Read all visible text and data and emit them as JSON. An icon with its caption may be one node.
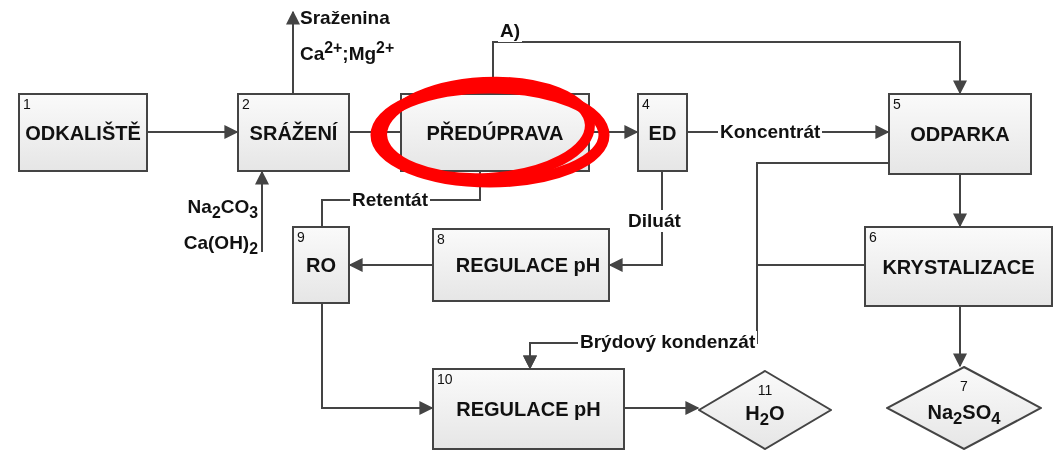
{
  "diagram": {
    "nodes": [
      {
        "text": [
          "1",
          "ODKALIŠTĚ"
        ]
      },
      {
        "text": [
          "2",
          "SRÁŽENÍ"
        ]
      },
      {
        "text": [
          "PŘEDÚPRAVA"
        ]
      },
      {
        "text": [
          "4",
          "ED"
        ]
      },
      {
        "text": [
          "5",
          "ODPARKA"
        ]
      },
      {
        "text": [
          "6",
          "KRYSTALIZACE"
        ]
      },
      {
        "text": [
          "7",
          "Na$_{2}$SO$_{4}$"
        ]
      },
      {
        "text": [
          "8",
          "REGULACE pH"
        ]
      },
      {
        "text": [
          "9",
          "RO"
        ]
      },
      {
        "text": [
          "10",
          "REGULACE pH"
        ]
      },
      {
        "text": [
          "11",
          "H$_{2}$O"
        ]
      },
      {
        "text": [
          "Sraženina Ca$^{2+}$;Mg$^{2+}$"
        ]
      },
      {
        "text": [
          "Na$_{2}$CO$_{3}$ Ca(OH)$_{2}$"
        ]
      }
    ],
    "edges": [
      {
        "from": 0,
        "to": 1,
        "arrow": "to"
      },
      {
        "from": 1,
        "to": 2,
        "arrow": "none"
      },
      {
        "from": 2,
        "to": 3,
        "arrow": "to"
      },
      {
        "from": 2,
        "to": 4,
        "arrow": "to",
        "label": "A)"
      },
      {
        "from": 3,
        "to": 4,
        "arrow": "to",
        "label": "Koncentrát"
      },
      {
        "from": 3,
        "to": 7,
        "arrow": "to",
        "label": "Diluát"
      },
      {
        "from": 8,
        "to": 2,
        "arrow": "none",
        "label": "Retentát"
      },
      {
        "from": 7,
        "to": 8,
        "arrow": "to"
      },
      {
        "from": 1,
        "to": 11,
        "arrow": "to"
      },
      {
        "from": 12,
        "to": 1,
        "arrow": "to"
      },
      {
        "from": 4,
        "to": 5,
        "arrow": "to"
      },
      {
        "from": 5,
        "to": 6,
        "arrow": "to"
      },
      {
        "from": 4,
        "to": 9,
        "arrow": "to",
        "label": "Brýdový kondenzát"
      },
      {
        "from": 5,
        "to": 9,
        "arrow": "to"
      },
      {
        "from": 8,
        "to": 9,
        "arrow": "to"
      },
      {
        "from": 9,
        "to": 10,
        "arrow": "to"
      }
    ]
  }
}
